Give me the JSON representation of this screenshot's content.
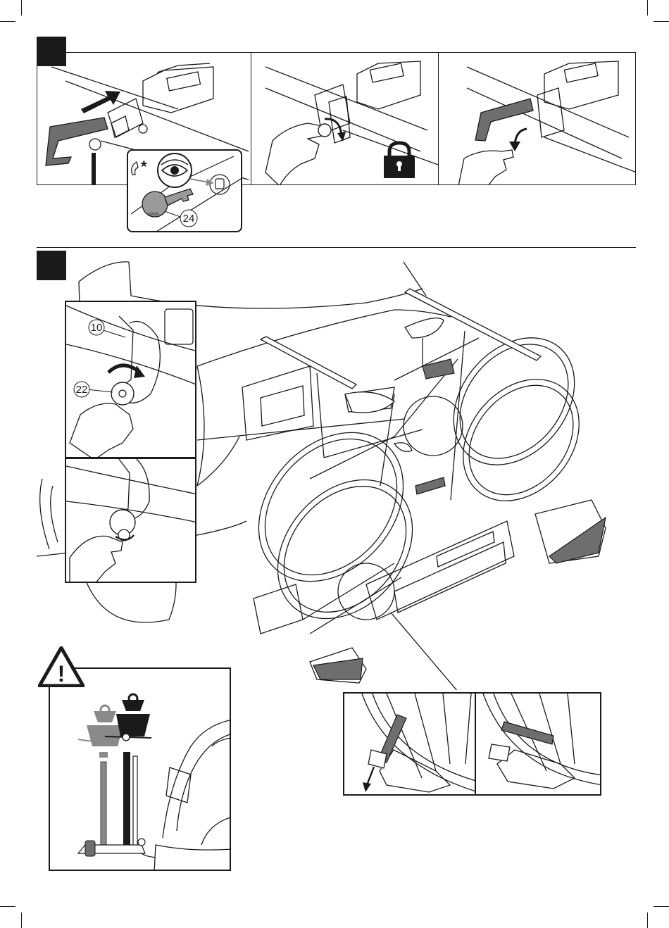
{
  "colors": {
    "ink": "#1a1a1a",
    "grey_weight": "#8a8a8a",
    "warning_bg": "#ffffff"
  },
  "step1": {
    "badge_icon": "step-badge",
    "inset_marker": "*",
    "callout_key": "24",
    "key_label": "XAYA",
    "lock_icon": "padlock-icon"
  },
  "step2": {
    "badge_icon": "step-badge",
    "callout_clamp": "10",
    "callout_knob": "22"
  },
  "warning": {
    "icon": "warning-triangle-icon",
    "symbol": "!"
  }
}
